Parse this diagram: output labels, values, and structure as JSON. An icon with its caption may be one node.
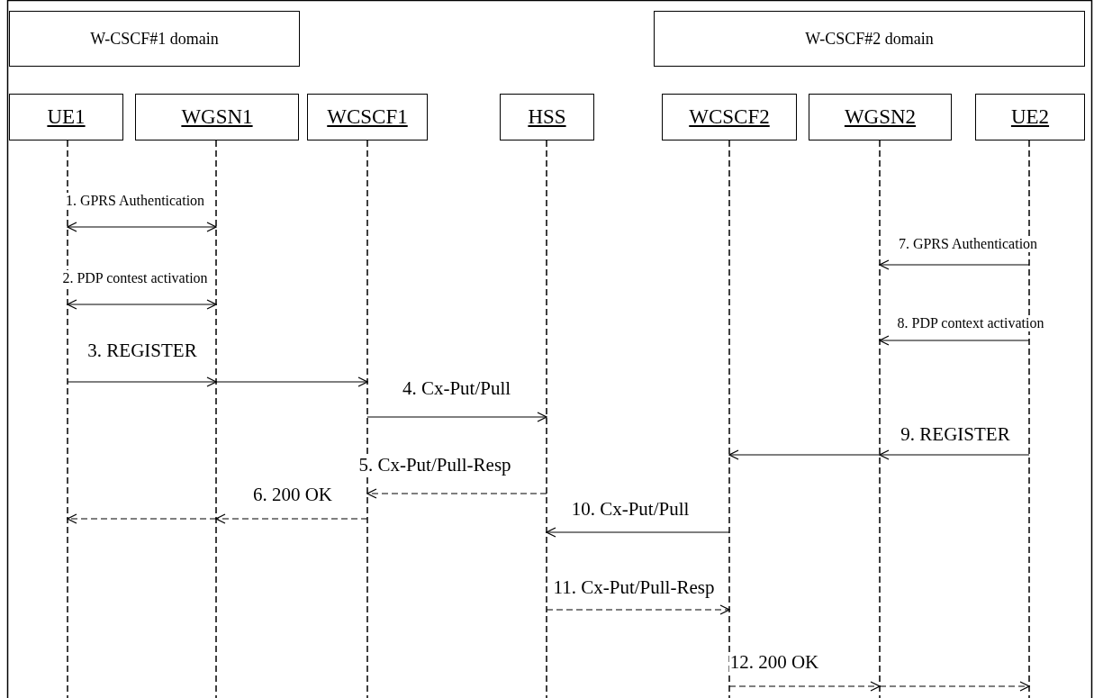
{
  "diagram": {
    "nodes": [
      {
        "text": [
          "W-CSCF#1 domain"
        ]
      },
      {
        "text": [
          "W-CSCF#2 domain"
        ]
      },
      {
        "text": [
          "UE1"
        ]
      },
      {
        "text": [
          "WGSN1"
        ]
      },
      {
        "text": [
          "WCSCF1"
        ]
      },
      {
        "text": [
          "HSS"
        ]
      },
      {
        "text": [
          "WCSCF2"
        ]
      },
      {
        "text": [
          "WGSN2"
        ]
      },
      {
        "text": [
          "UE2"
        ]
      }
    ],
    "edges": [
      {
        "from": 2,
        "to": 3,
        "arrow": "both",
        "label": "1. GPRS Authentication"
      },
      {
        "from": 2,
        "to": 3,
        "arrow": "both",
        "label": "2. PDP contest activation"
      },
      {
        "from": 2,
        "to": 3,
        "arrow": "to",
        "label": "3. REGISTER"
      },
      {
        "from": 3,
        "to": 4,
        "arrow": "to"
      },
      {
        "from": 4,
        "to": 5,
        "arrow": "to",
        "label": "4. Cx-Put/Pull"
      },
      {
        "from": 5,
        "to": 4,
        "arrow": "to",
        "label": "5. Cx-Put/Pull-Resp",
        "style": "dashed"
      },
      {
        "from": 4,
        "to": 3,
        "arrow": "to",
        "label": "6. 200 OK",
        "style": "dashed"
      },
      {
        "from": 3,
        "to": 2,
        "arrow": "to",
        "style": "dashed"
      },
      {
        "from": 8,
        "to": 7,
        "arrow": "to",
        "label": "7. GPRS Authentication"
      },
      {
        "from": 8,
        "to": 7,
        "arrow": "to",
        "label": "8. PDP context activation"
      },
      {
        "from": 8,
        "to": 7,
        "arrow": "to",
        "label": "9. REGISTER"
      },
      {
        "from": 7,
        "to": 6,
        "arrow": "to"
      },
      {
        "from": 6,
        "to": 5,
        "arrow": "to",
        "label": "10. Cx-Put/Pull"
      },
      {
        "from": 5,
        "to": 6,
        "arrow": "to",
        "label": "11. Cx-Put/Pull-Resp",
        "style": "dashed"
      },
      {
        "from": 6,
        "to": 7,
        "arrow": "to",
        "label": "12. 200 OK",
        "style": "dashed"
      },
      {
        "from": 7,
        "to": 8,
        "arrow": "to",
        "style": "dashed"
      }
    ]
  }
}
